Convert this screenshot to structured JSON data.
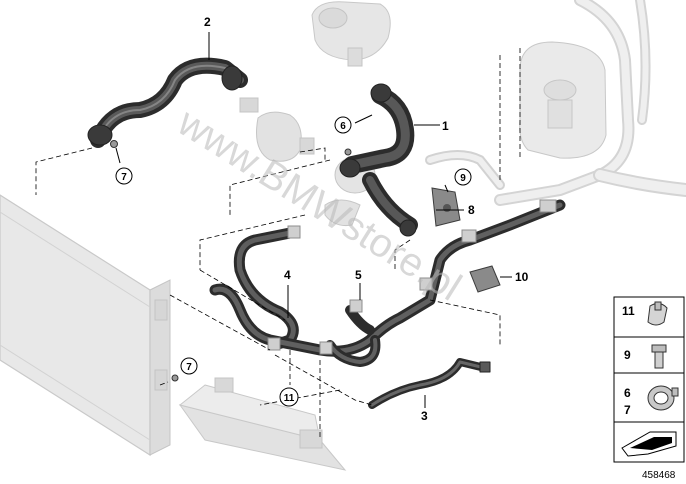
{
  "callouts": {
    "c1": "1",
    "c2": "2",
    "c3": "3",
    "c4": "4",
    "c5": "5",
    "c8": "8",
    "c10": "10"
  },
  "circled": {
    "k6": "6",
    "k7a": "7",
    "k7b": "7",
    "k9": "9",
    "k11": "11"
  },
  "legend": {
    "n11": "11",
    "n9": "9",
    "n6": "6",
    "n7": "7"
  },
  "watermark": "www.BMWstore.pl",
  "reference_number": "458468"
}
